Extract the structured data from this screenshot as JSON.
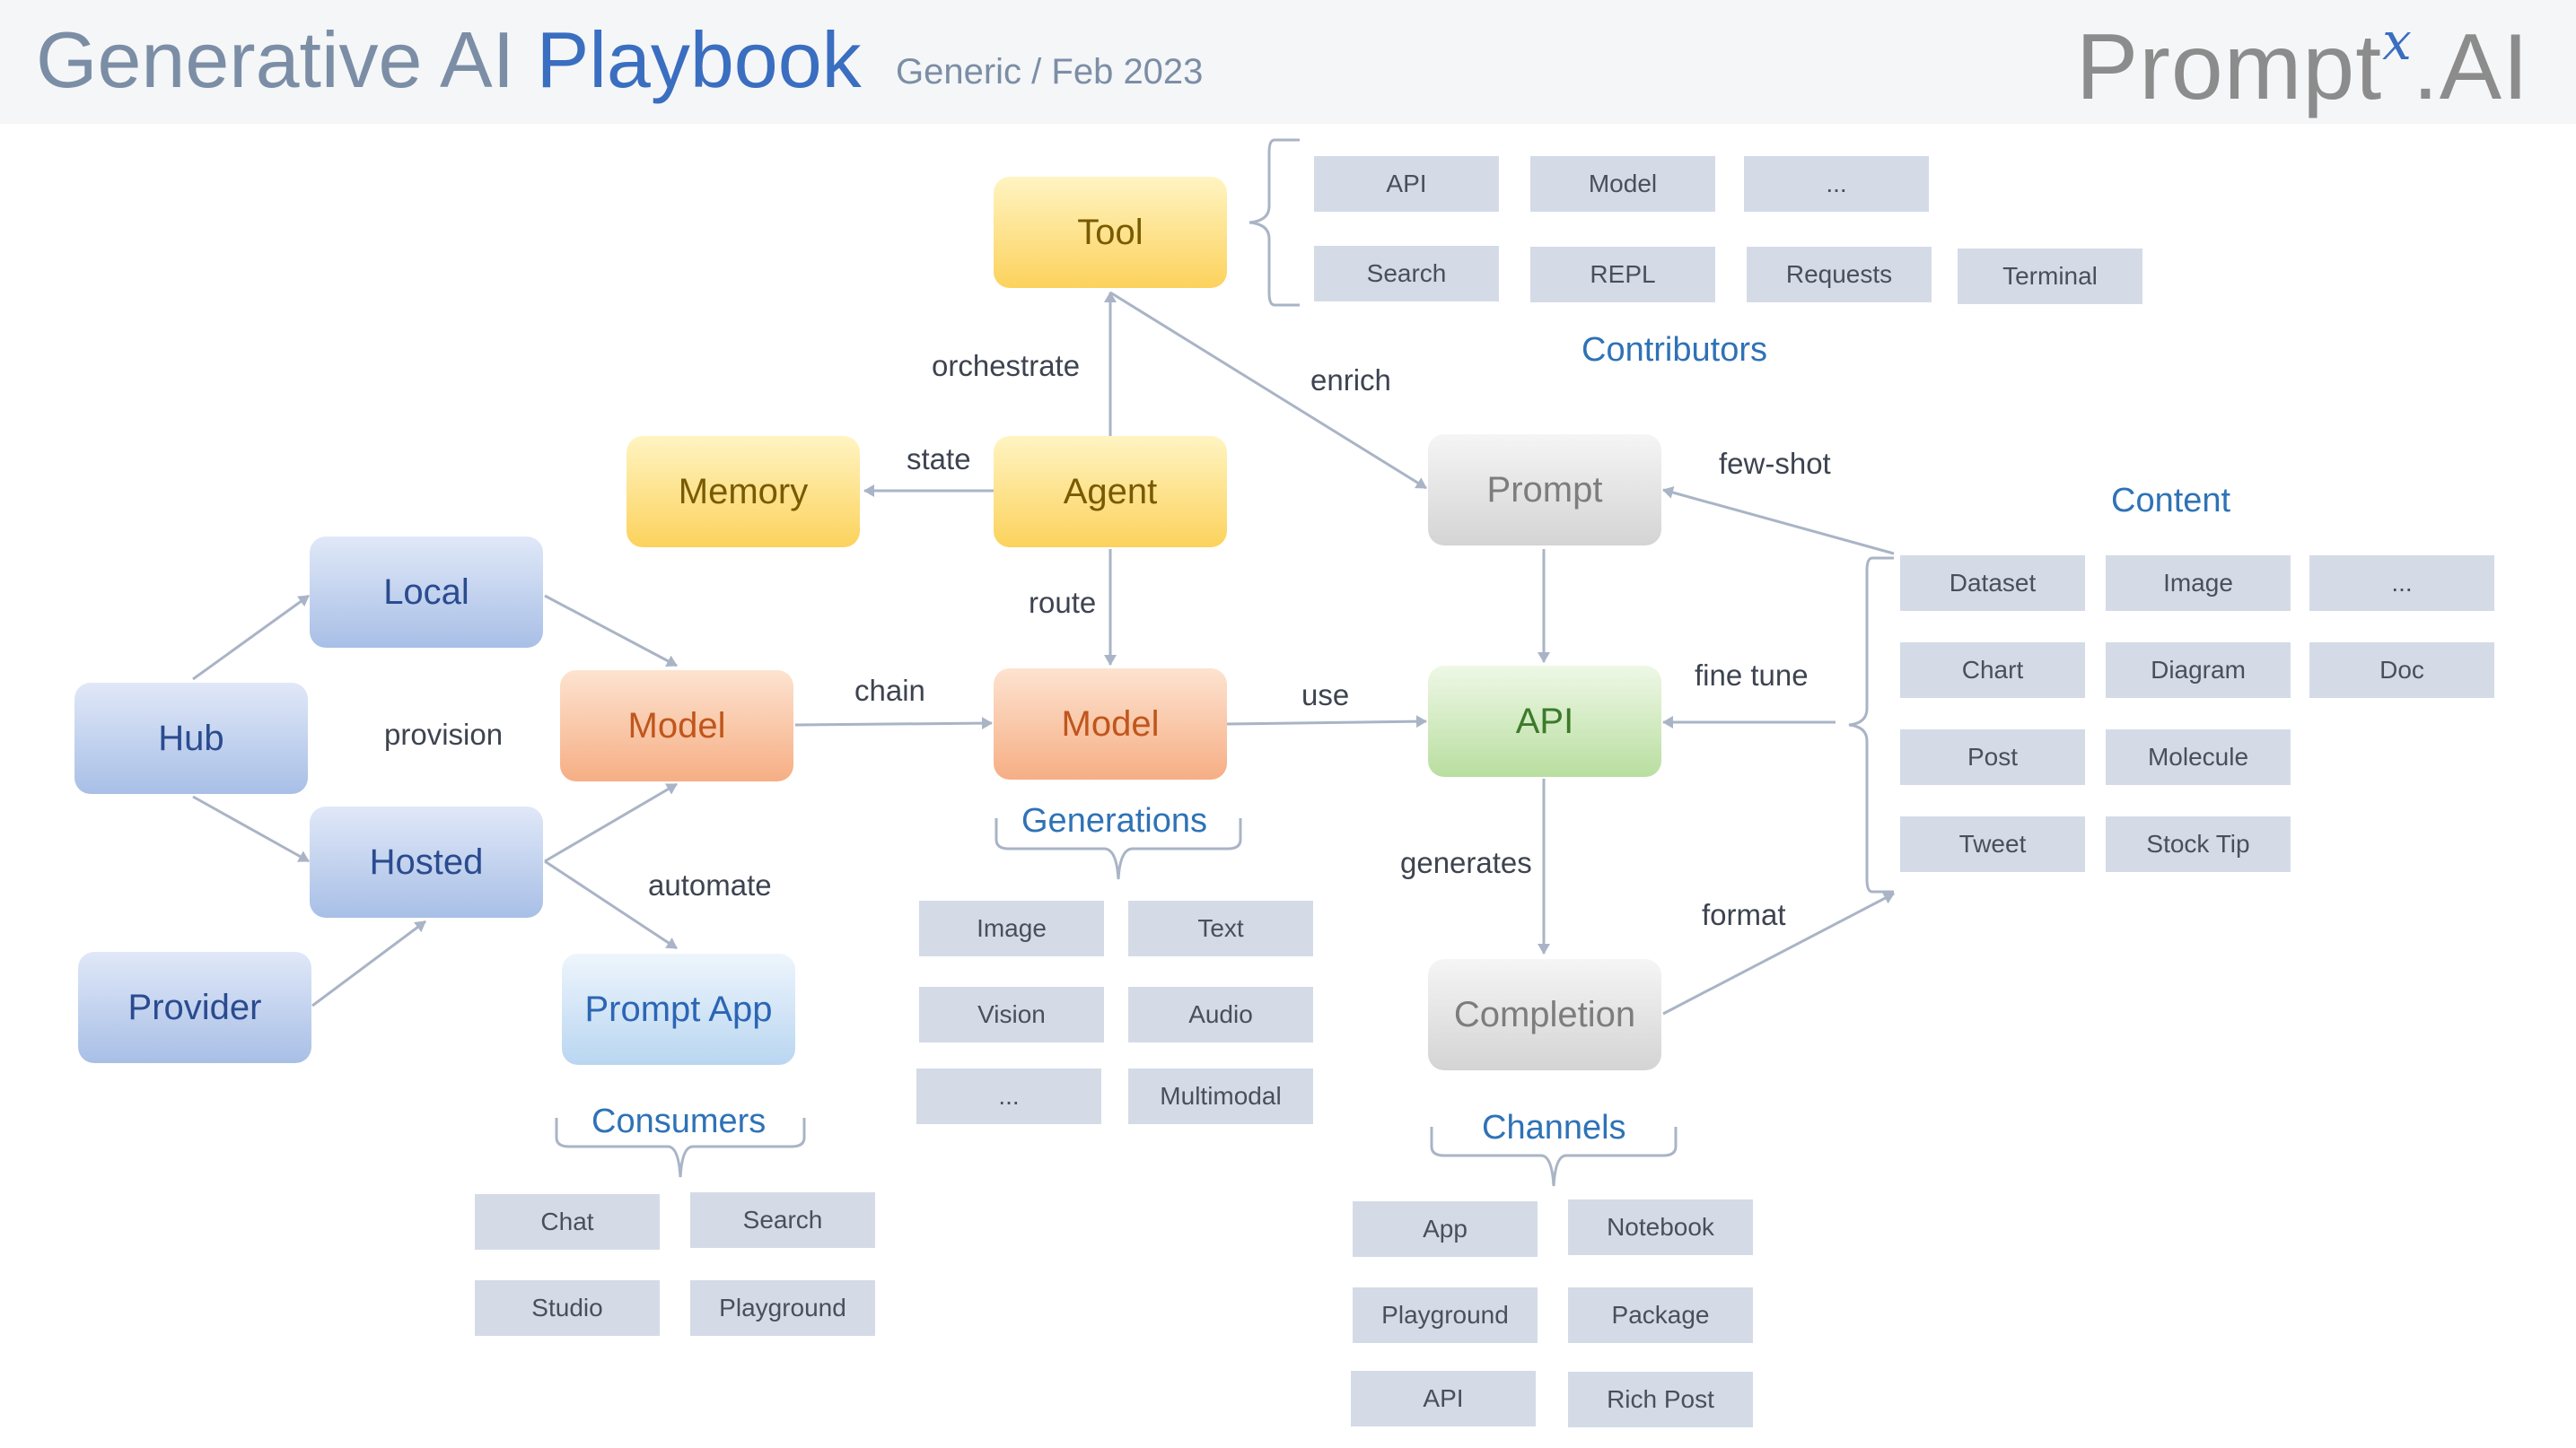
{
  "header": {
    "title_prefix": "Generative AI ",
    "title_accent": "Playbook",
    "subtitle": "Generic / Feb 2023",
    "logo": {
      "text": "Prompt",
      "sup": "x",
      "dot": ".",
      "suffix": "AI"
    }
  },
  "colors": {
    "accent": "#3a6ec0",
    "group_label": "#2f72b6",
    "connector": "#a9b4c6",
    "pill": "#d4dbe7"
  },
  "nodes": {
    "tool": "Tool",
    "memory": "Memory",
    "agent": "Agent",
    "prompt": "Prompt",
    "local": "Local",
    "hub": "Hub",
    "hosted": "Hosted",
    "provider": "Provider",
    "model_left": "Model",
    "model_center": "Model",
    "api": "API",
    "prompt_app": "Prompt App",
    "completion": "Completion"
  },
  "edge_labels": {
    "orchestrate": "orchestrate",
    "enrich": "enrich",
    "state": "state",
    "few_shot": "few-shot",
    "route": "route",
    "provision": "provision",
    "chain": "chain",
    "use": "use",
    "fine_tune": "fine tune",
    "automate": "automate",
    "generates": "generates",
    "format": "format"
  },
  "groups": {
    "contributors": {
      "label": "Contributors",
      "items": [
        "API",
        "Model",
        "...",
        "Search",
        "REPL",
        "Requests",
        "Terminal"
      ]
    },
    "content": {
      "label": "Content",
      "items": [
        "Dataset",
        "Image",
        "...",
        "Chart",
        "Diagram",
        "Doc",
        "Post",
        "Molecule",
        "Tweet",
        "Stock Tip"
      ]
    },
    "generations": {
      "label": "Generations",
      "items": [
        "Image",
        "Text",
        "Vision",
        "Audio",
        "...",
        "Multimodal"
      ]
    },
    "consumers": {
      "label": "Consumers",
      "items": [
        "Chat",
        "Search",
        "Studio",
        "Playground"
      ]
    },
    "channels": {
      "label": "Channels",
      "items": [
        "App",
        "Notebook",
        "Playground",
        "Package",
        "API",
        "Rich Post"
      ]
    }
  }
}
